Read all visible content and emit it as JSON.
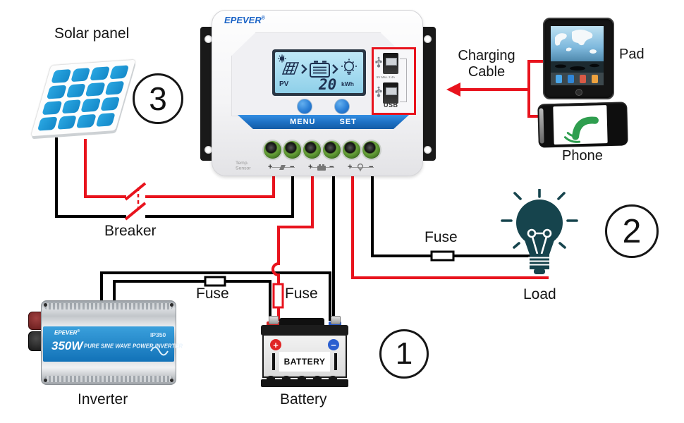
{
  "diagram": {
    "solar_panel_label": "Solar panel",
    "breaker_label": "Breaker",
    "fuse_label": "Fuse",
    "load_label": "Load",
    "inverter_label": "Inverter",
    "battery_label": "Battery",
    "pad_label": "Pad",
    "phone_label": "Phone",
    "charging_cable_line1": "Charging",
    "charging_cable_line2": "Cable",
    "step_battery": "1",
    "step_load": "2",
    "step_pv": "3"
  },
  "controller": {
    "brand": "EPEVER",
    "reg_mark": "®",
    "lcd": {
      "pv_label": "PV",
      "energy_value": "20",
      "energy_unit": "kWh"
    },
    "menu_button": "MENU",
    "set_button": "SET",
    "usb": {
      "spec": "5V  Max. 2.4A",
      "label": "USB"
    },
    "temp_sensor_line1": "Temp.",
    "temp_sensor_line2": "Sensor",
    "plus": "+",
    "minus": "−"
  },
  "inverter": {
    "brand": "EPEVER",
    "reg_mark": "®",
    "power": "350W",
    "title": "PURE SINE WAVE POWER INVERTER",
    "model": "IP350"
  },
  "battery": {
    "text": "BATTERY",
    "plus": "+",
    "minus": "−"
  },
  "colors": {
    "wire_red": "#e8131d",
    "wire_black": "#000000",
    "controller_blue": "#1d6fc2",
    "lcd_blue": "#a9ddf1",
    "bulb_teal": "#16444d",
    "panel_cell_blue": "#1e9ad6"
  }
}
